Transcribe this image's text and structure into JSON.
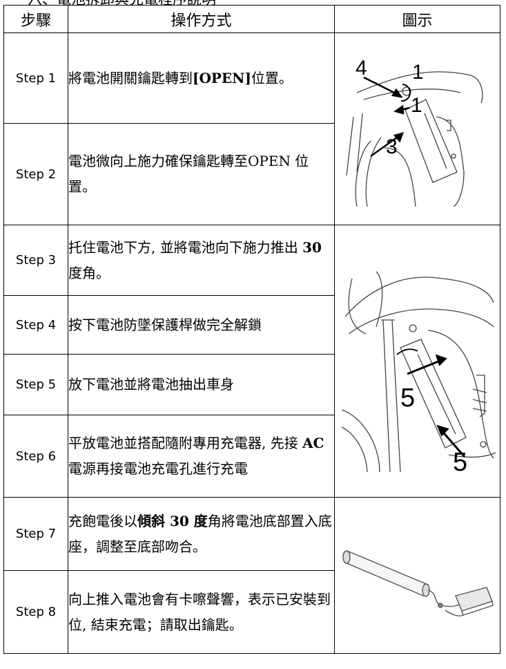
{
  "cutoff_heading": "六、電池拆卸與充電程序說明",
  "table": {
    "headers": [
      "步驟",
      "操作方式",
      "圖示"
    ],
    "rows": [
      {
        "step": "Step 1",
        "parts": [
          {
            "t": "將電池開關鑰匙轉到"
          },
          {
            "t": "[OPEN]",
            "b": true
          },
          {
            "t": "位置。"
          }
        ]
      },
      {
        "step": "Step 2",
        "parts": [
          {
            "t": "電池微向上施力確保鑰匙轉至OPEN 位置。"
          }
        ]
      },
      {
        "step": "Step 3",
        "parts": [
          {
            "t": "托住電池下方, 並將電池向下施力推出 "
          },
          {
            "t": "30",
            "b": true
          },
          {
            "t": " 度角。"
          }
        ]
      },
      {
        "step": "Step 4",
        "parts": [
          {
            "t": "按下電池防墜保護桿做完全解鎖"
          }
        ]
      },
      {
        "step": "Step 5",
        "parts": [
          {
            "t": "放下電池並將電池抽出車身"
          }
        ]
      },
      {
        "step": "Step 6",
        "parts": [
          {
            "t": "平放電池並搭配隨附專用充電器, 先接 "
          },
          {
            "t": "AC",
            "b": true
          },
          {
            "t": " 電源再接電池充電孔進行充電"
          }
        ]
      },
      {
        "step": "Step 7",
        "parts": [
          {
            "t": "充飽電後以"
          },
          {
            "t": "傾斜 30 度",
            "b": true
          },
          {
            "t": "角將電池底部置入底座，調整至底部吻合。"
          }
        ]
      },
      {
        "step": "Step 8",
        "parts": [
          {
            "t": "向上推入電池會有卡嚓聲響，表示已安裝到位, 結束充電；請取出鑰匙。"
          }
        ]
      }
    ]
  },
  "figures": {
    "fig1_labels": [
      "4",
      "1",
      "1",
      "3"
    ],
    "fig2_labels": [
      "5",
      "5"
    ]
  }
}
